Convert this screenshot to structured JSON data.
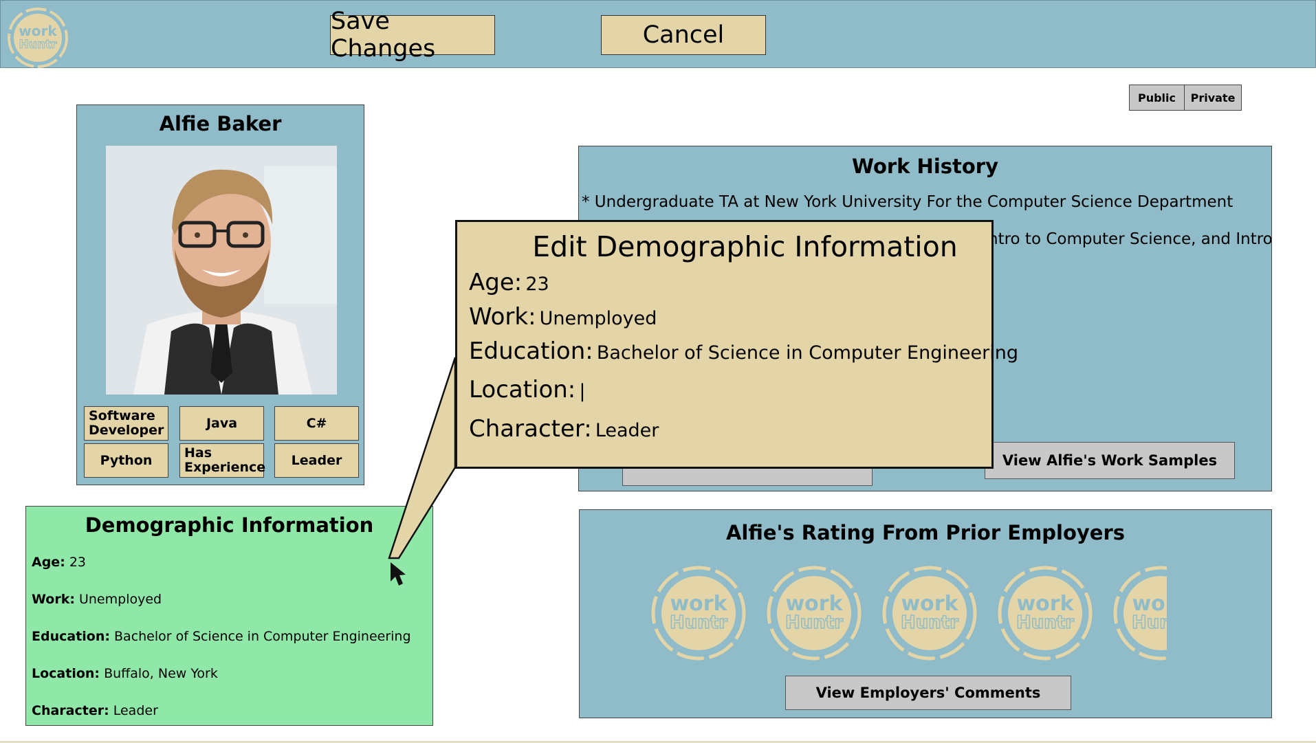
{
  "toolbar": {
    "save_label": "Save Changes",
    "cancel_label": "Cancel"
  },
  "logo": {
    "top": "work",
    "bottom": "Huntr"
  },
  "visibility": {
    "public_label": "Public",
    "private_label": "Private"
  },
  "profile": {
    "name": "Alfie Baker",
    "tags": [
      "Software Developer",
      "Java",
      "C#",
      "Python",
      "Has Experience",
      "Leader"
    ]
  },
  "demographic": {
    "title": "Demographic Information",
    "rows": [
      {
        "label": "Age:",
        "value": "23"
      },
      {
        "label": "Work:",
        "value": "Unemployed"
      },
      {
        "label": "Education:",
        "value": "Bachelor of Science in Computer Engineering"
      },
      {
        "label": "Location:",
        "value": "Buffalo, New York"
      },
      {
        "label": "Character:",
        "value": "Leader"
      }
    ]
  },
  "work_history": {
    "title": "Work History",
    "line1": "* Undergraduate TA at New York University For the Computer Science Department",
    "line2": "ntro to Computer Science, and Intro",
    "samples_button": "View Alfie's Work Samples"
  },
  "ratings": {
    "title": "Alfie's Rating From Prior Employers",
    "comments_button": "View Employers' Comments"
  },
  "edit_popup": {
    "title": "Edit Demographic Information",
    "rows": [
      {
        "label": "Age:",
        "value": "23"
      },
      {
        "label": "Work:",
        "value": "Unemployed"
      },
      {
        "label": "Education:",
        "value": "Bachelor of Science in Computer Engineering"
      },
      {
        "label": "Location:",
        "value": "|"
      },
      {
        "label": "Character:",
        "value": "Leader"
      }
    ]
  },
  "colors": {
    "topbar": "#8fbcc8",
    "card": "#8fbcc8",
    "button_tan": "#e3d5a8",
    "demo_green": "#8fe8a8",
    "grey_button": "#c8c8c8"
  }
}
